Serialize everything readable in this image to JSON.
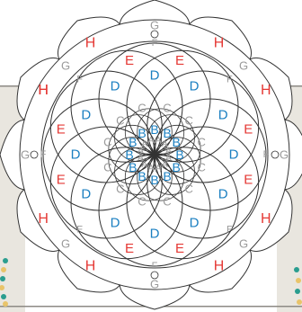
{
  "colors": {
    "A": "#9a9a9a",
    "B": "#1a7fc1",
    "C": "#9a9a9a",
    "D": "#1a7fc1",
    "E": "#e53935",
    "F": "#9a9a9a",
    "G": "#9a9a9a",
    "H": "#e53935",
    "line": "#333333",
    "background_panel": "#e9e6df",
    "background_panel_dark": "#c9c3b8",
    "bead_teal": "#2a9d8f",
    "bead_yellow": "#e9c46a"
  },
  "regions": {
    "A": "A",
    "B": "B",
    "C": "C",
    "D": "D",
    "E": "E",
    "F": "F",
    "G": "G",
    "H": "H"
  },
  "symmetry_count": 12
}
